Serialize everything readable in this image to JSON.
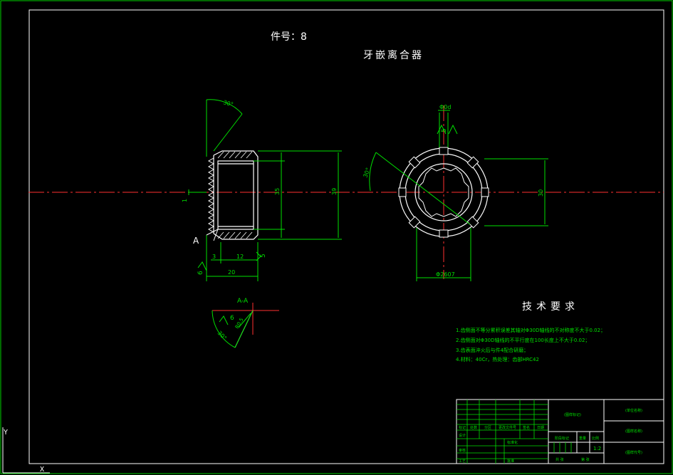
{
  "drawing": {
    "part_number": "件号：8",
    "part_name": "牙嵌离合器",
    "tech_title": "技术要求",
    "tech_notes": [
      "1.齿侧面不等分累积误差其轴对Φ30D轴线的不对称度不大于0.02；",
      "2.齿侧面对Φ30D轴线的不平行度在100长度上不大于0.02；",
      "3.齿表面淬火后与件4配合研磨；",
      "4.材料：40Cr，热处理：齿部HRC42"
    ],
    "dimensions": {
      "chamfer_angle": "30°",
      "inner_dia": "35",
      "outer_dia": "39",
      "width_total": "20",
      "width_bore": "12",
      "pitch": "1",
      "offset": "3",
      "roughness_side": "6",
      "roughness_face": "5",
      "roughness_top": "5",
      "tooth_angle": "30°",
      "right_dia": "30",
      "pcd": "Φ2607",
      "top_label": "Φ0d",
      "section_label": "A-A",
      "section_angle": "30°",
      "section_radius": "R0.5",
      "section_roughness": "6",
      "section_letter": "A"
    },
    "title_block": {
      "mark_col": "(图样标记)",
      "company": "(单位名称)",
      "drawing_name": "(图样名称)",
      "drawing_no": "(图样代号)",
      "row_labels": [
        "标记",
        "处数",
        "分区",
        "更改文件号",
        "签名",
        "日期"
      ],
      "design_label": "设计",
      "std_label": "标准化",
      "check_label": "审核",
      "craft_label": "工艺",
      "approve_label": "批准",
      "stage_label": "阶段标记",
      "weight_label": "重量",
      "scale_label": "比例",
      "scale_value": "1:2",
      "sheets_label": "共 张",
      "sheet_label": "第 张"
    },
    "ucs": {
      "y": "Y",
      "x": "X"
    }
  }
}
